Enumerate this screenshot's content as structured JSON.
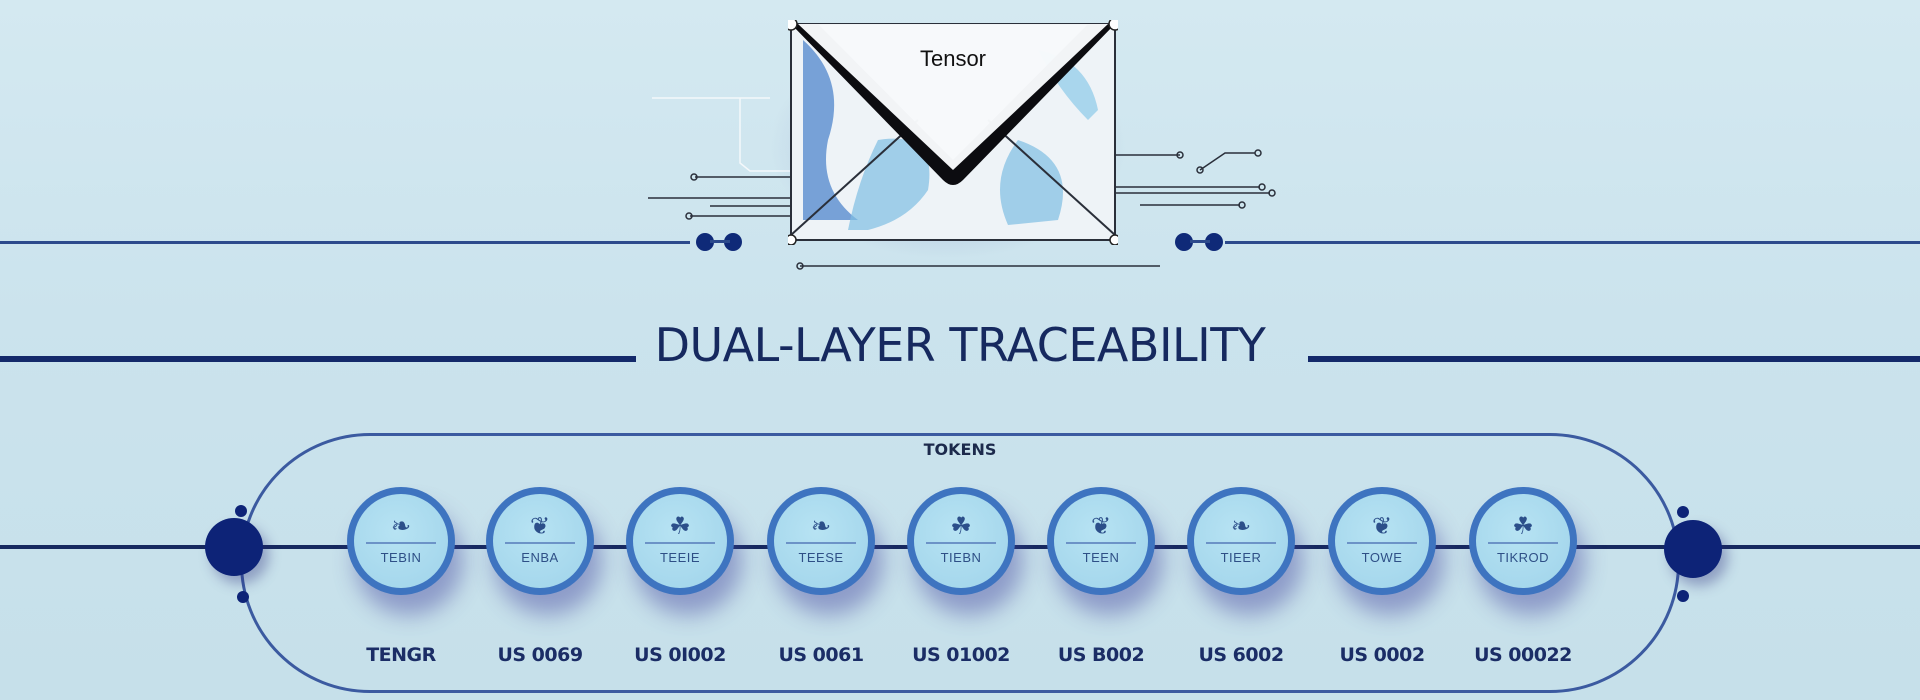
{
  "envelope": {
    "label": "Tensor"
  },
  "title": "DUAL-LAYER TRACEABILITY",
  "tokens_group": {
    "label": "TOKENS",
    "tokens": [
      {
        "label": "TEBIN",
        "icon": "tag-icon",
        "glyph": "❧",
        "code": "TENGR"
      },
      {
        "label": "ENBA",
        "icon": "tag-icon",
        "glyph": "❦",
        "code": "US 0069"
      },
      {
        "label": "TEEIE",
        "icon": "tag-icon",
        "glyph": "☘",
        "code": "US 0I002"
      },
      {
        "label": "TEESE",
        "icon": "tag-icon",
        "glyph": "❧",
        "code": "US 0061"
      },
      {
        "label": "TIEBN",
        "icon": "tag-icon",
        "glyph": "☘",
        "code": "US 01002"
      },
      {
        "label": "TEEN",
        "icon": "tag-icon",
        "glyph": "❦",
        "code": "US B002"
      },
      {
        "label": "TIEER",
        "icon": "tag-icon",
        "glyph": "❧",
        "code": "US 6002"
      },
      {
        "label": "TOWE",
        "icon": "tag-icon",
        "glyph": "❦",
        "code": "US 0002"
      },
      {
        "label": "TIKROD",
        "icon": "tag-icon",
        "glyph": "☘",
        "code": "US 00022"
      }
    ]
  },
  "colors": {
    "background": "#cbe3ed",
    "navy": "#13296a",
    "line": "#2c4a8c",
    "token_face": "#a8daee",
    "token_ring": "#3e74c0"
  }
}
